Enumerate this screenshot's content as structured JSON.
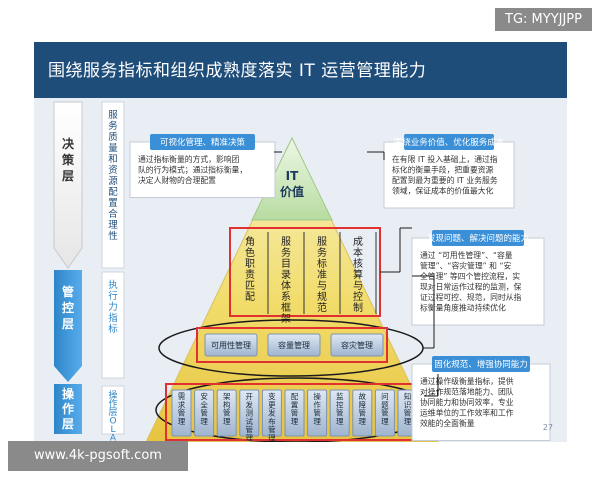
{
  "watermark_top": "TG: MYYJJPP",
  "watermark_bottom": "www.4k-pgsoft.com",
  "title": "围绕服务指标和组织成熟度落实 IT 运营管理能力",
  "page_number": "27",
  "layers": [
    {
      "label": "决策层",
      "side": "服务质量和资源配置合理性"
    },
    {
      "label": "管控层",
      "side": "执行力指标"
    },
    {
      "label": "操作层",
      "side": "操作层OLA"
    }
  ],
  "apex": [
    "IT",
    "价值"
  ],
  "upper_boxes": [
    "角色职责匹配",
    "服务目录体系框架",
    "服务标准与规范",
    "成本核算与控制"
  ],
  "middle_boxes": [
    "可用性管理",
    "容量管理",
    "容灾管理"
  ],
  "bottom_boxes": [
    "需求管理",
    "安全管理",
    "架构管理",
    "开发测试管理",
    "变更发布管理",
    "配置管理",
    "操作管理",
    "监控管理",
    "故障管理",
    "问题管理",
    "知识管理"
  ],
  "callouts": [
    {
      "header": "可视化管理、精准决策",
      "body": [
        "通过指标衡量的方式，影响团",
        "队的行为模式；通过指标衡量，",
        "决定人财物的合理配置"
      ]
    },
    {
      "header": "围绕业务价值、优化服务成本",
      "body": [
        "在有限 IT 投入基础上，通过指",
        "标化的衡量手段，把重要资源",
        "配置到最为重要的 IT 业务服务",
        "领域，保证成本的价值最大化"
      ]
    },
    {
      "header": "发现问题、解决问题的能力",
      "body": [
        "通过 “可用性管理”、“容量",
        "管理”、“容灾管理” 和 “安",
        "全管理” 等四个管控流程，实",
        "现对日常运作过程的监测，保",
        "证过程可控、规范，同时从指",
        "标衡量角度推动持续优化"
      ]
    },
    {
      "header": "固化规范、增强协同能力",
      "body": [
        "通过操作级衡量指标，提供",
        "对操作规范落地能力、团队",
        "协同能力和协同效率，专业",
        "运维单位的工作效率和工作",
        "效能的全面衡量"
      ]
    }
  ],
  "colors": {
    "header_bg": "#1f4d7a",
    "layer_arrow": "#2f8fd0",
    "highlight_red": "#e03030",
    "callout_header": "#3a8fd6"
  }
}
